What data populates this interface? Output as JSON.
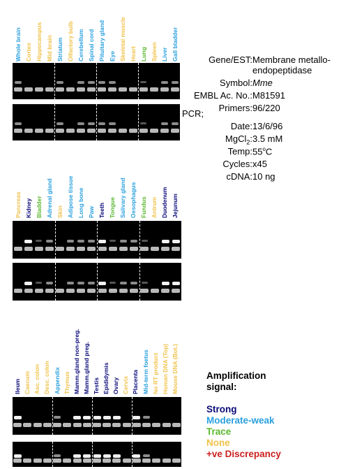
{
  "colors": {
    "strong": "#0a0a7a",
    "moderate": "#2aa0df",
    "trace": "#5ab82e",
    "none": "#f0c24a",
    "discrepancy": "#cc1f1f"
  },
  "panel1": {
    "lanes": [
      {
        "label": "Whole brain",
        "level": "moderate"
      },
      {
        "label": "Cortex",
        "level": "none"
      },
      {
        "label": "Hippocampus",
        "level": "none"
      },
      {
        "label": "Mid brain",
        "level": "none"
      },
      {
        "label": "Striatum",
        "level": "moderate"
      },
      {
        "label": "Olfactory bulb",
        "level": "none"
      },
      {
        "label": "Cerebellum",
        "level": "moderate"
      },
      {
        "label": "Spinal cord",
        "level": "moderate"
      },
      {
        "label": "Pituitary gland",
        "level": "moderate"
      },
      {
        "label": "Eye",
        "level": "moderate"
      },
      {
        "label": "Skeletal muscle",
        "level": "none"
      },
      {
        "label": "Heart",
        "level": "none"
      },
      {
        "label": "Lung",
        "level": "trace"
      },
      {
        "label": "Spleen",
        "level": "none"
      },
      {
        "label": "Liver",
        "level": "moderate"
      },
      {
        "label": "Gall bladder",
        "level": "moderate"
      }
    ]
  },
  "panel2": {
    "lanes": [
      {
        "label": "Pancreas",
        "level": "none"
      },
      {
        "label": "Kidney",
        "level": "strong"
      },
      {
        "label": "Bladder",
        "level": "trace"
      },
      {
        "label": "Adrenal gland",
        "level": "moderate"
      },
      {
        "label": "Skin",
        "level": "none"
      },
      {
        "label": "Adipose tissue",
        "level": "moderate"
      },
      {
        "label": "Long bone",
        "level": "moderate"
      },
      {
        "label": "Paw",
        "level": "moderate"
      },
      {
        "label": "Teeth",
        "level": "strong"
      },
      {
        "label": "Tongue",
        "level": "trace"
      },
      {
        "label": "Salivary gland",
        "level": "moderate"
      },
      {
        "label": "Oesophagus",
        "level": "moderate"
      },
      {
        "label": "Fundus",
        "level": "trace"
      },
      {
        "label": "Antrum",
        "level": "none"
      },
      {
        "label": "Duodenum",
        "level": "strong"
      },
      {
        "label": "Jejunum",
        "level": "strong"
      }
    ]
  },
  "panel3": {
    "lanes": [
      {
        "label": "Ileum",
        "level": "strong"
      },
      {
        "label": "Caecum",
        "level": "none"
      },
      {
        "label": "Asc. colon",
        "level": "none"
      },
      {
        "label": "Desc. colon",
        "level": "none"
      },
      {
        "label": "Appendix",
        "level": "moderate"
      },
      {
        "label": "Thymus",
        "level": "none"
      },
      {
        "label": "Mamm.gland non-preg.",
        "level": "strong"
      },
      {
        "label": "Mamm.gland preg.",
        "level": "strong"
      },
      {
        "label": "Testis",
        "level": "strong"
      },
      {
        "label": "Epididymis",
        "level": "strong"
      },
      {
        "label": "Ovary",
        "level": "strong"
      },
      {
        "label": "Cervix",
        "level": "none"
      },
      {
        "label": "Placenta",
        "level": "strong"
      },
      {
        "label": "Mid-term foetus",
        "level": "moderate"
      },
      {
        "label": "No RT product",
        "level": "none"
      },
      {
        "label": "Human DNA (Top)",
        "level": "none"
      },
      {
        "label": "Mouse DNA (Bot.)",
        "level": "none"
      }
    ]
  },
  "info": {
    "gene_label": "Gene/EST:",
    "gene_value_1": "Membrane metallo-",
    "gene_value_2": "endopeptidase",
    "symbol_label": "Symbol:",
    "symbol_value": "Mme",
    "embl_label": "EMBL Ac. No.:",
    "embl_value": "M81591",
    "primers_label": "Primers:",
    "primers_value": "96/220",
    "pcr_label": "PCR;",
    "date_label": "Date:",
    "date_value": "13/6/96",
    "mgcl_label_prefix": "MgCl",
    "mgcl_label_sub": "2",
    "mgcl_label_suffix": ":",
    "mgcl_value": "3.5 mM",
    "temp_label": "Temp:",
    "temp_value_num": "55",
    "temp_value_sup": "o",
    "temp_value_unit": "C",
    "cycles_label": "Cycles:",
    "cycles_value": "x45",
    "cdna_label": "cDNA:",
    "cdna_value": "10 ng"
  },
  "legend": {
    "title_1": "Amplification",
    "title_2": "signal:",
    "strong": "Strong",
    "moderate": "Moderate-weak",
    "trace": "Trace",
    "none": "None",
    "discrepancy": "+ve Discrepancy"
  }
}
